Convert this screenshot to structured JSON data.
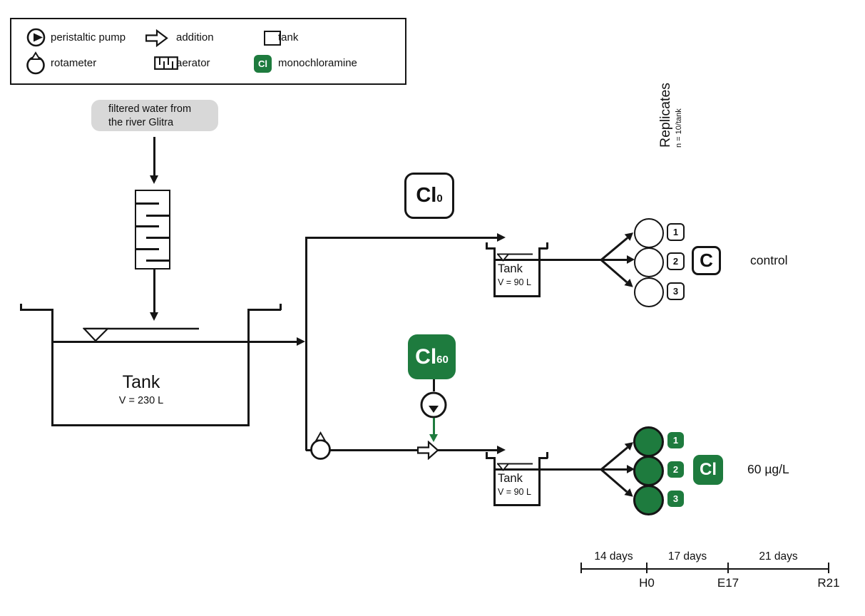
{
  "colors": {
    "green": "#1e7b3e",
    "line": "#151515",
    "label_bg": "#d8d8d8"
  },
  "legend": {
    "items": [
      {
        "icon": "peristaltic-pump-icon",
        "label": "peristaltic pump"
      },
      {
        "icon": "addition-icon",
        "label": "addition"
      },
      {
        "icon": "tank-icon",
        "label": "tank"
      },
      {
        "icon": "rotameter-icon",
        "label": "rotameter"
      },
      {
        "icon": "aerator-icon",
        "label": "aerator"
      },
      {
        "icon": "monochloramine-icon",
        "label": "monochloramine",
        "icon_text": "Cl"
      }
    ]
  },
  "source_label": {
    "line1": "filtered water from",
    "line2": "the river Glitra"
  },
  "main_tank": {
    "name": "Tank",
    "volume": "V = 230 L"
  },
  "badges": {
    "cl0": {
      "main": "Cl",
      "sub": "0"
    },
    "cl60": {
      "main": "Cl",
      "sub": "60"
    }
  },
  "control_tank": {
    "name": "Tank",
    "volume": "V = 90 L"
  },
  "treated_tank": {
    "name": "Tank",
    "volume": "V = 90 L"
  },
  "control_group": {
    "replicates": [
      "1",
      "2",
      "3"
    ],
    "badge": "C",
    "label": "control"
  },
  "treated_group": {
    "replicates": [
      "1",
      "2",
      "3"
    ],
    "badge": "Cl",
    "label": "60 µg/L"
  },
  "replicates_note": {
    "title": "Replicates",
    "subtitle": "n = 10/tank"
  },
  "timeline": {
    "segments": [
      "14 days",
      "17 days",
      "21 days"
    ],
    "milestones": [
      "H0",
      "E17",
      "R21"
    ]
  }
}
